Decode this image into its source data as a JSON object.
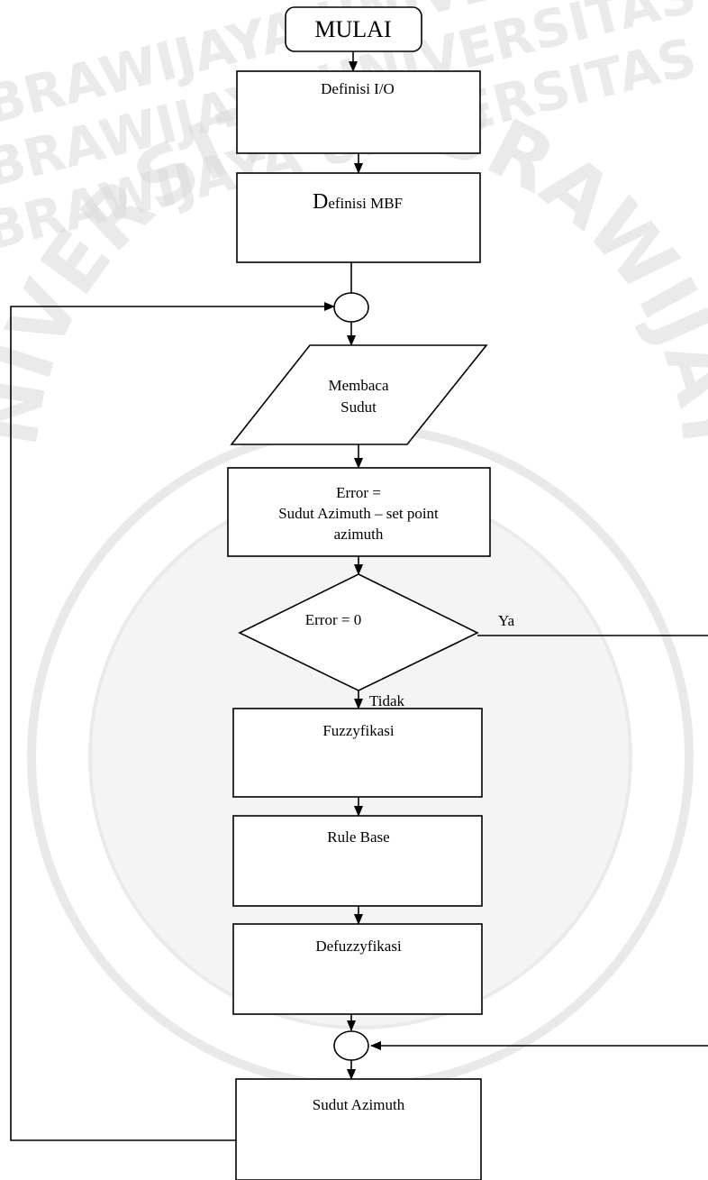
{
  "watermark": {
    "arc_text": "UNIVERSITAS BRAWIJAYA",
    "tile_text": "BRAWIJAYA UNIVERSITAS",
    "color": "#d0d0d0"
  },
  "flowchart": {
    "start": "MULAI",
    "define_io": "Definisi I/O",
    "define_mbf_initial": "D",
    "define_mbf_rest": "efinisi MBF",
    "read_angle_line1": "Membaca",
    "read_angle_line2": "Sudut",
    "error_calc_line1": "Error =",
    "error_calc_line2": "Sudut Azimuth – set point",
    "error_calc_line3": "azimuth",
    "decision": "Error = 0",
    "decision_yes": "Ya",
    "decision_no": "Tidak",
    "fuzzify": "Fuzzyfikasi",
    "rule_base": "Rule Base",
    "defuzzify": "Defuzzyfikasi",
    "output": "Sudut Azimuth"
  }
}
